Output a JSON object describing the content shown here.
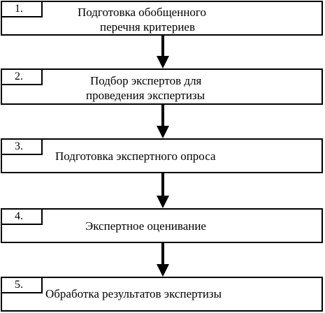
{
  "steps": [
    {
      "number": "1.",
      "line1": "Подготовка обобщенного",
      "line2": "перечня критериев"
    },
    {
      "number": "2.",
      "line1": "Подбор экспертов для",
      "line2": "проведения экспертизы"
    },
    {
      "number": "3.",
      "line1": "Подготовка экспертного опроса"
    },
    {
      "number": "4.",
      "line1": "Экспертное оценивание"
    },
    {
      "number": "5.",
      "line1": "Обработка результатов экспертизы"
    }
  ]
}
